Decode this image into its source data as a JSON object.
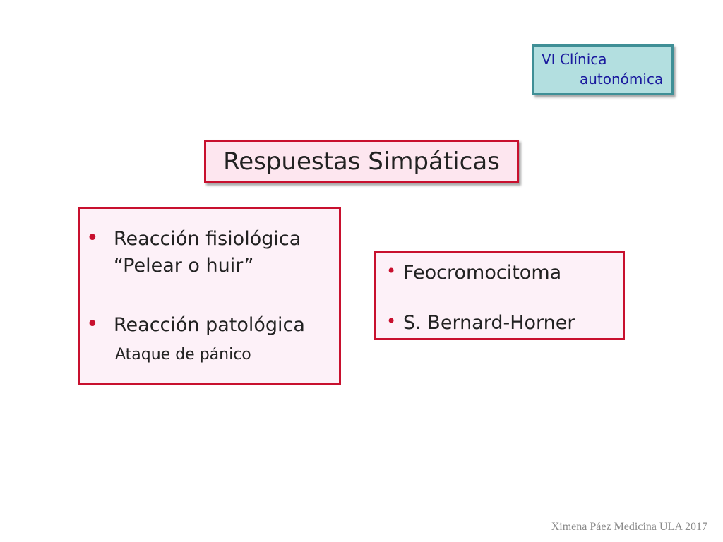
{
  "section_tag": {
    "line1": "VI Clínica",
    "line2": "autonómica"
  },
  "title": "Respuestas Simpáticas",
  "left_box": {
    "items": [
      {
        "line1": "Reacción fisiológica",
        "line2": "“Pelear o huir”"
      },
      {
        "line1": "Reacción patológica",
        "sub": "Ataque de pánico"
      }
    ]
  },
  "right_box": {
    "items": [
      {
        "text": "Feocromocitoma"
      },
      {
        "text": "S. Bernard-Horner"
      }
    ]
  },
  "bullet_symbol": "•",
  "footer": "Ximena Páez Medicina ULA 2017",
  "colors": {
    "accent_red": "#c8102e",
    "tag_fill": "#b3dfe0",
    "tag_border": "#3f8f96",
    "tag_text": "#1a1a9e",
    "pink_fill": "#fdf1f8"
  }
}
